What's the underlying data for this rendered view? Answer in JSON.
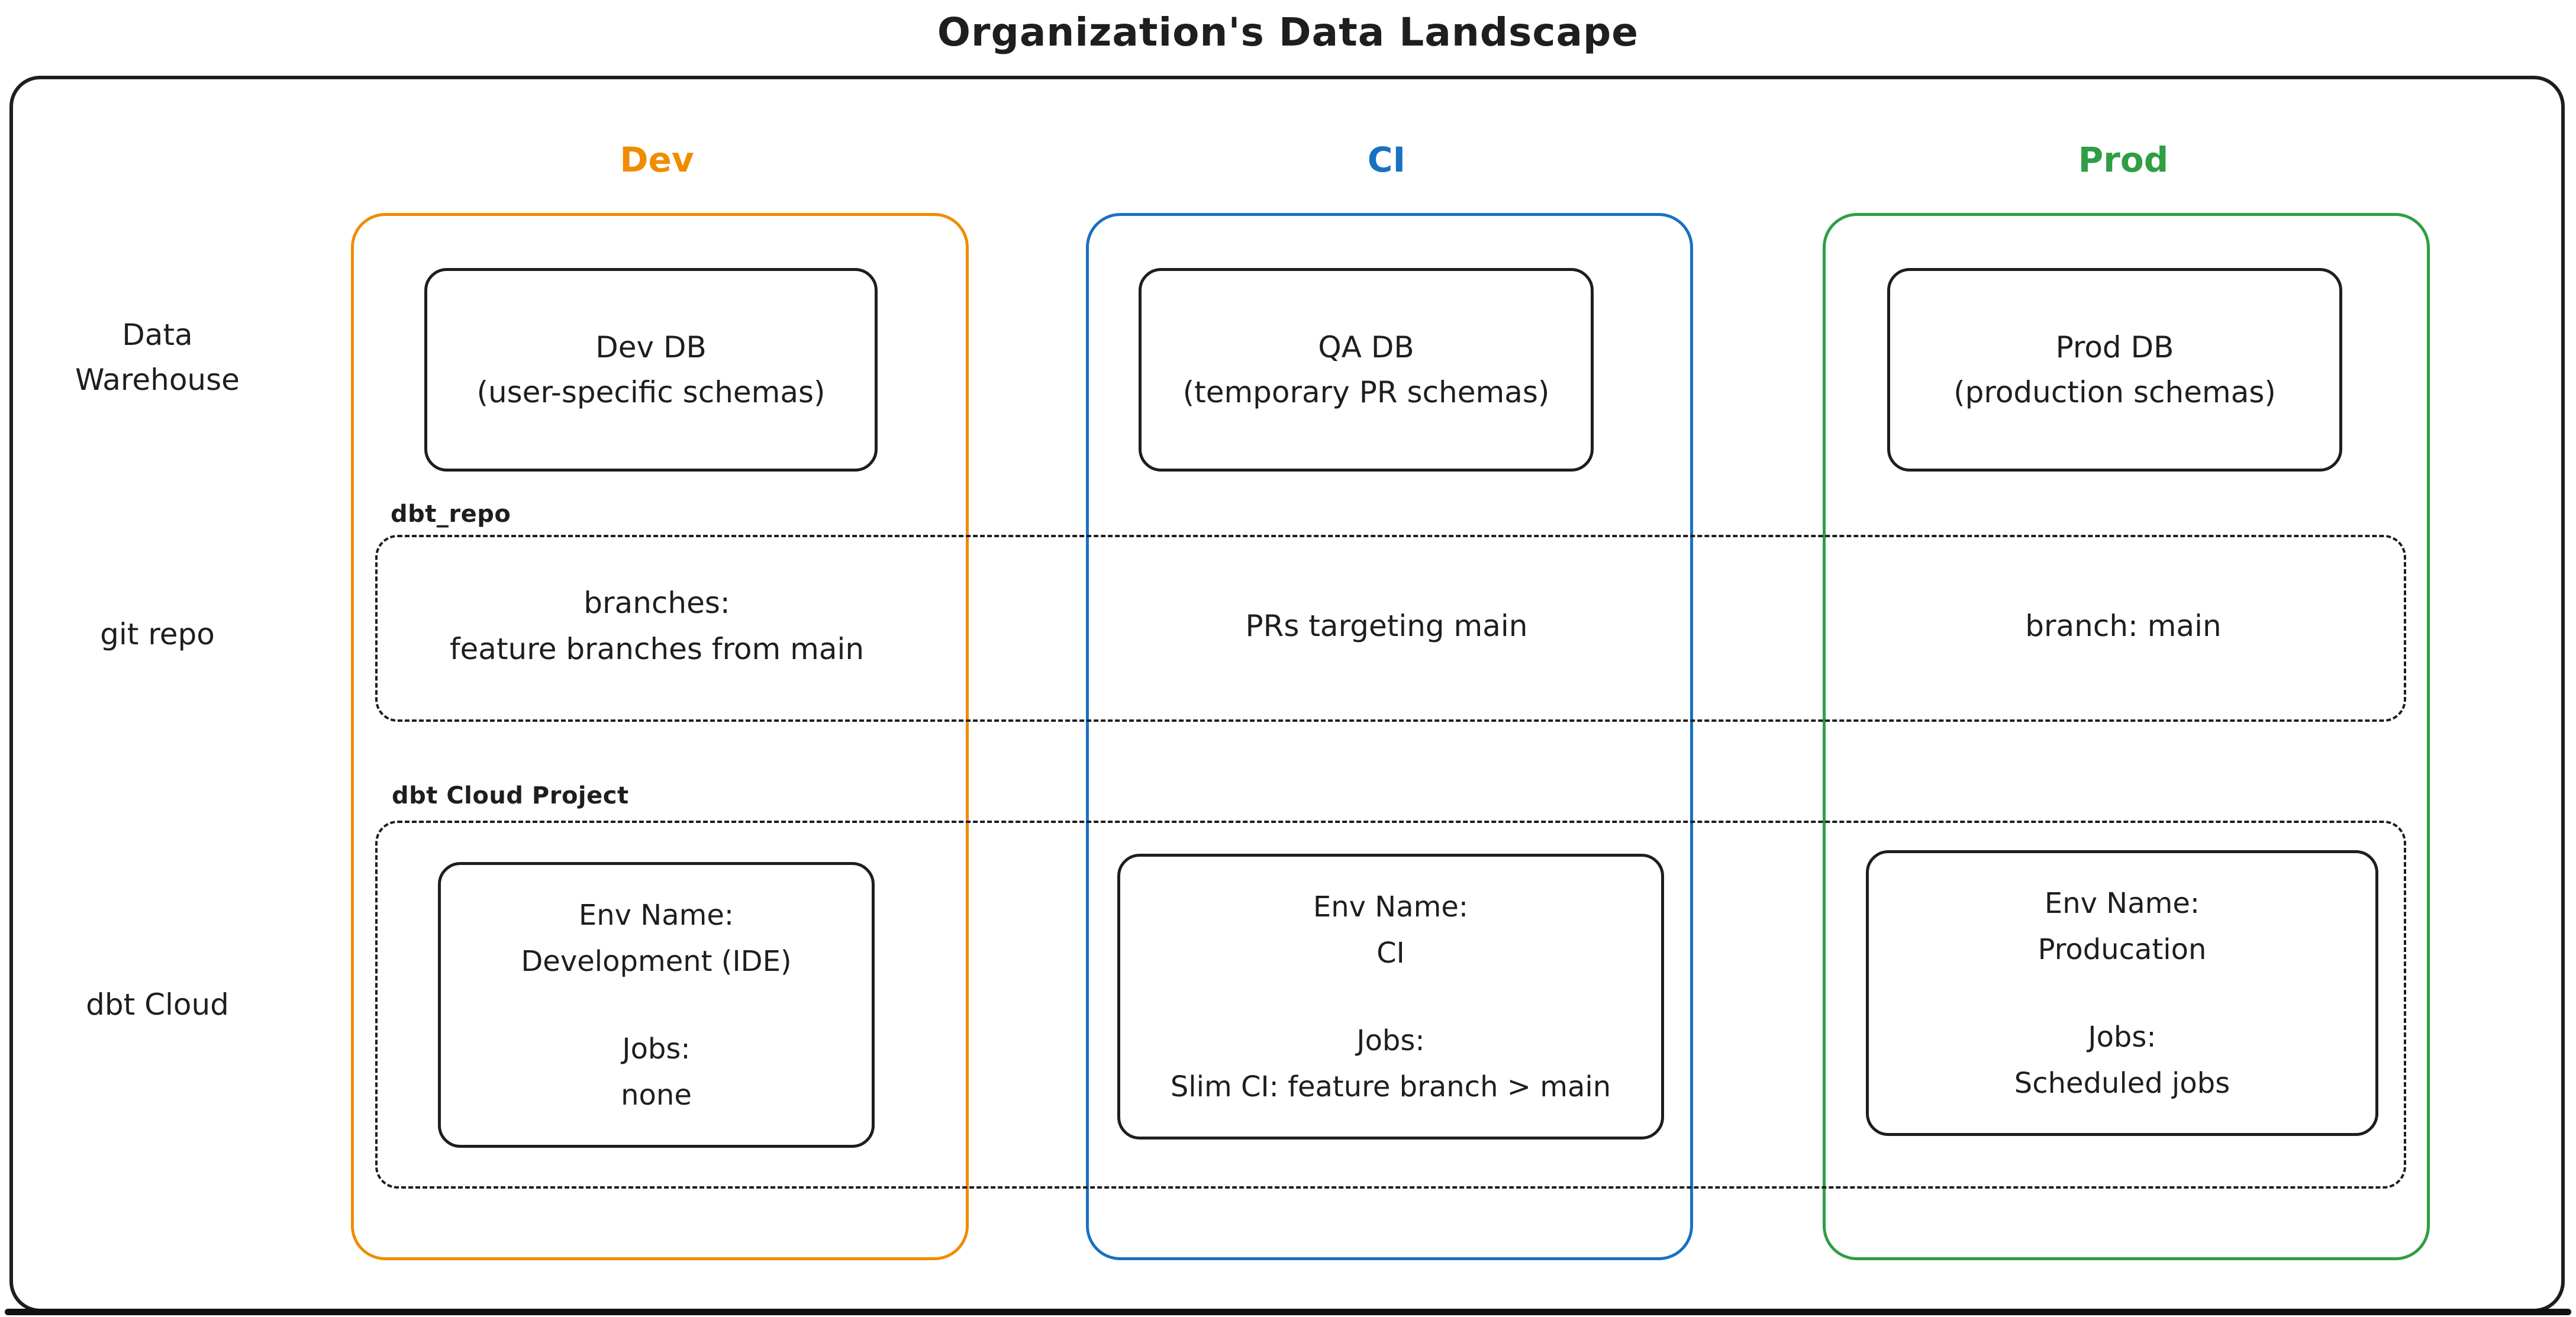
{
  "title": "Organization's Data Landscape",
  "canvas": {
    "background": "#ffffff",
    "ink": "#1e1e1e"
  },
  "row_labels": {
    "data_warehouse": [
      "Data",
      "Warehouse"
    ],
    "git_repo": "git repo",
    "dbt_cloud": "dbt Cloud"
  },
  "bands": {
    "git": {
      "label": "dbt_repo"
    },
    "project": {
      "label": "dbt Cloud Project"
    }
  },
  "columns": [
    {
      "header": "Dev",
      "color": "#f08c00",
      "db": [
        "Dev DB",
        "(user-specific schemas)"
      ],
      "git": [
        "branches:",
        "feature branches from main"
      ],
      "env": {
        "name_label": "Env Name:",
        "name": "Development (IDE)",
        "jobs_label": "Jobs:",
        "jobs": "none"
      }
    },
    {
      "header": "CI",
      "color": "#1971c2",
      "db": [
        "QA DB",
        "(temporary PR schemas)"
      ],
      "git": [
        "PRs targeting main"
      ],
      "env": {
        "name_label": "Env Name:",
        "name": "CI",
        "jobs_label": "Jobs:",
        "jobs": "Slim CI: feature branch > main"
      }
    },
    {
      "header": "Prod",
      "color": "#2f9e44",
      "db": [
        "Prod DB",
        "(production schemas)"
      ],
      "git": [
        "branch: main"
      ],
      "env": {
        "name_label": "Env Name:",
        "name": "Producation",
        "jobs_label": "Jobs:",
        "jobs": "Scheduled jobs"
      }
    }
  ]
}
